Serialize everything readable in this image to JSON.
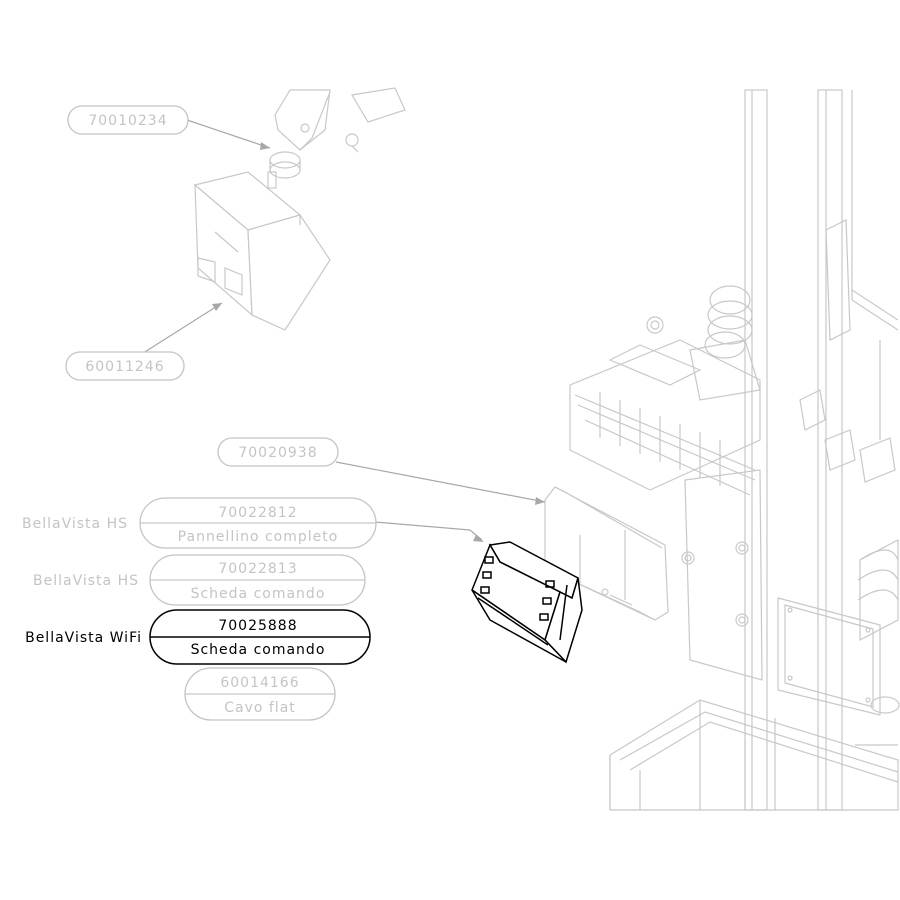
{
  "callouts": {
    "c_70010234": {
      "code": "70010234"
    },
    "c_60011246": {
      "code": "60011246"
    },
    "c_70020938": {
      "code": "70020938"
    },
    "c_70022812": {
      "code": "70022812",
      "desc": "Pannellino completo",
      "model": "BellaVista HS"
    },
    "c_70022813": {
      "code": "70022813",
      "desc": "Scheda comando",
      "model": "BellaVista HS"
    },
    "c_70025888": {
      "code": "70025888",
      "desc": "Scheda comando",
      "model": "BellaVista WiFi"
    },
    "c_60014166": {
      "code": "60014166",
      "desc": "Cavo flat"
    }
  },
  "colors": {
    "highlight": "#000000",
    "faded": "#c4c4c4",
    "background": "#ffffff"
  }
}
